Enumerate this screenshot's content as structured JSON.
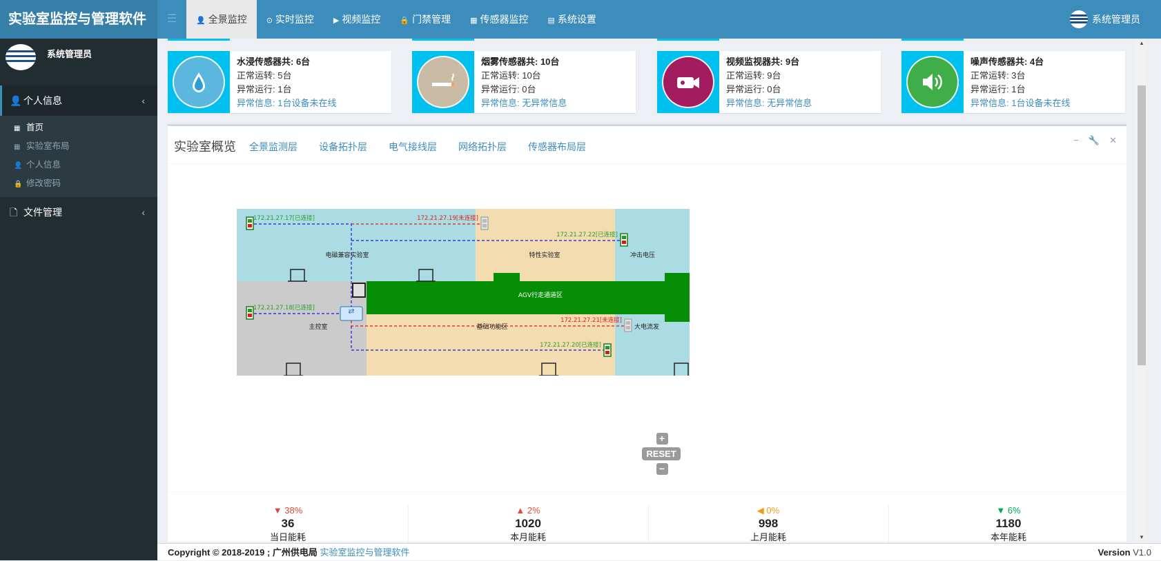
{
  "app": {
    "title": "实验室监控与管理软件"
  },
  "topnav": {
    "items": [
      {
        "label": "全景监控",
        "icon": "user-icon",
        "glyph": "👤"
      },
      {
        "label": "实时监控",
        "icon": "clock-icon",
        "glyph": "⊙"
      },
      {
        "label": "视频监控",
        "icon": "video-camera-icon",
        "glyph": "▶"
      },
      {
        "label": "门禁管理",
        "icon": "lock-icon",
        "glyph": "🔒"
      },
      {
        "label": "传感器监控",
        "icon": "table-icon",
        "glyph": "▦"
      },
      {
        "label": "系统设置",
        "icon": "list-icon",
        "glyph": "▤"
      }
    ],
    "user": "系统管理员"
  },
  "sidebar": {
    "user": "系统管理员",
    "menu1": "个人信息",
    "sub": [
      {
        "label": "首页",
        "icon": "table-icon",
        "glyph": "▦"
      },
      {
        "label": "实验室布局",
        "icon": "grid-icon",
        "glyph": "▦"
      },
      {
        "label": "个人信息",
        "icon": "user-icon",
        "glyph": "👤"
      },
      {
        "label": "修改密码",
        "icon": "lock-icon",
        "glyph": "🔒"
      }
    ],
    "menu2": "文件管理"
  },
  "sensors": [
    {
      "title": "水浸传感器共: 6台",
      "normal": "正常运转: 5台",
      "abnormal": "异常运行: 1台",
      "info": "异常信息: 1台设备未在线",
      "icon": "water-drop-icon",
      "circle": "#5bb7dd"
    },
    {
      "title": "烟雾传感器共: 10台",
      "normal": "正常运转: 10台",
      "abnormal": "异常运行: 0台",
      "info": "异常信息: 无异常信息",
      "icon": "smoke-icon",
      "circle": "#c9bba4"
    },
    {
      "title": "视频监视器共: 9台",
      "normal": "正常运转: 9台",
      "abnormal": "异常运行: 0台",
      "info": "异常信息: 无异常信息",
      "icon": "video-camera-icon",
      "circle": "#a31c5f"
    },
    {
      "title": "噪声传感器共: 4台",
      "normal": "正常运转: 3台",
      "abnormal": "异常运行: 1台",
      "info": "异常信息: 1台设备未在线",
      "icon": "speaker-icon",
      "circle": "#3fae49"
    }
  ],
  "panel": {
    "title": "实验室概览",
    "layers": [
      "全景监测层",
      "设备拓扑层",
      "电气接线层",
      "网络拓扑层",
      "传感器布局层"
    ]
  },
  "map": {
    "rooms": [
      "电磁兼容实验室",
      "特性实验室",
      "冲击电压",
      "AGV行走通道区",
      "主控室",
      "基础功能区",
      "大电流发"
    ],
    "devices": [
      {
        "ip": "172.21.27.17",
        "status": "[已连接]",
        "connected": true
      },
      {
        "ip": "172.21.27.19",
        "status": "[未连接]",
        "connected": false
      },
      {
        "ip": "172.21.27.22",
        "status": "[已连接]",
        "connected": true
      },
      {
        "ip": "172.21.27.18",
        "status": "[已连接]",
        "connected": true
      },
      {
        "ip": "172.21.27.21",
        "status": "[未连接]",
        "connected": false
      },
      {
        "ip": "172.21.27.20",
        "status": "[已连接]",
        "connected": true
      }
    ]
  },
  "zoom": {
    "plus": "+",
    "reset": "RESET",
    "minus": "−"
  },
  "stats": [
    {
      "pct": "38%",
      "arrow": "▼",
      "color": "#dd4b39",
      "num": "36",
      "label": "当日能耗"
    },
    {
      "pct": "2%",
      "arrow": "▲",
      "color": "#dd4b39",
      "num": "1020",
      "label": "本月能耗"
    },
    {
      "pct": "0%",
      "arrow": "◀",
      "color": "#f39c12",
      "num": "998",
      "label": "上月能耗"
    },
    {
      "pct": "6%",
      "arrow": "▼",
      "color": "#00a65a",
      "num": "1180",
      "label": "本年能耗"
    }
  ],
  "footer": {
    "copyright": "Copyright © 2018-2019 ; 广州供电局",
    "app": "实验室监控与管理软件",
    "version_label": "Version",
    "version": "V1.0"
  },
  "colors": {
    "primary": "#3c8dbc",
    "info": "#00c0ef",
    "sidebar": "#222d32",
    "connected": "#2a9d2a",
    "disconnected": "#e02020"
  }
}
